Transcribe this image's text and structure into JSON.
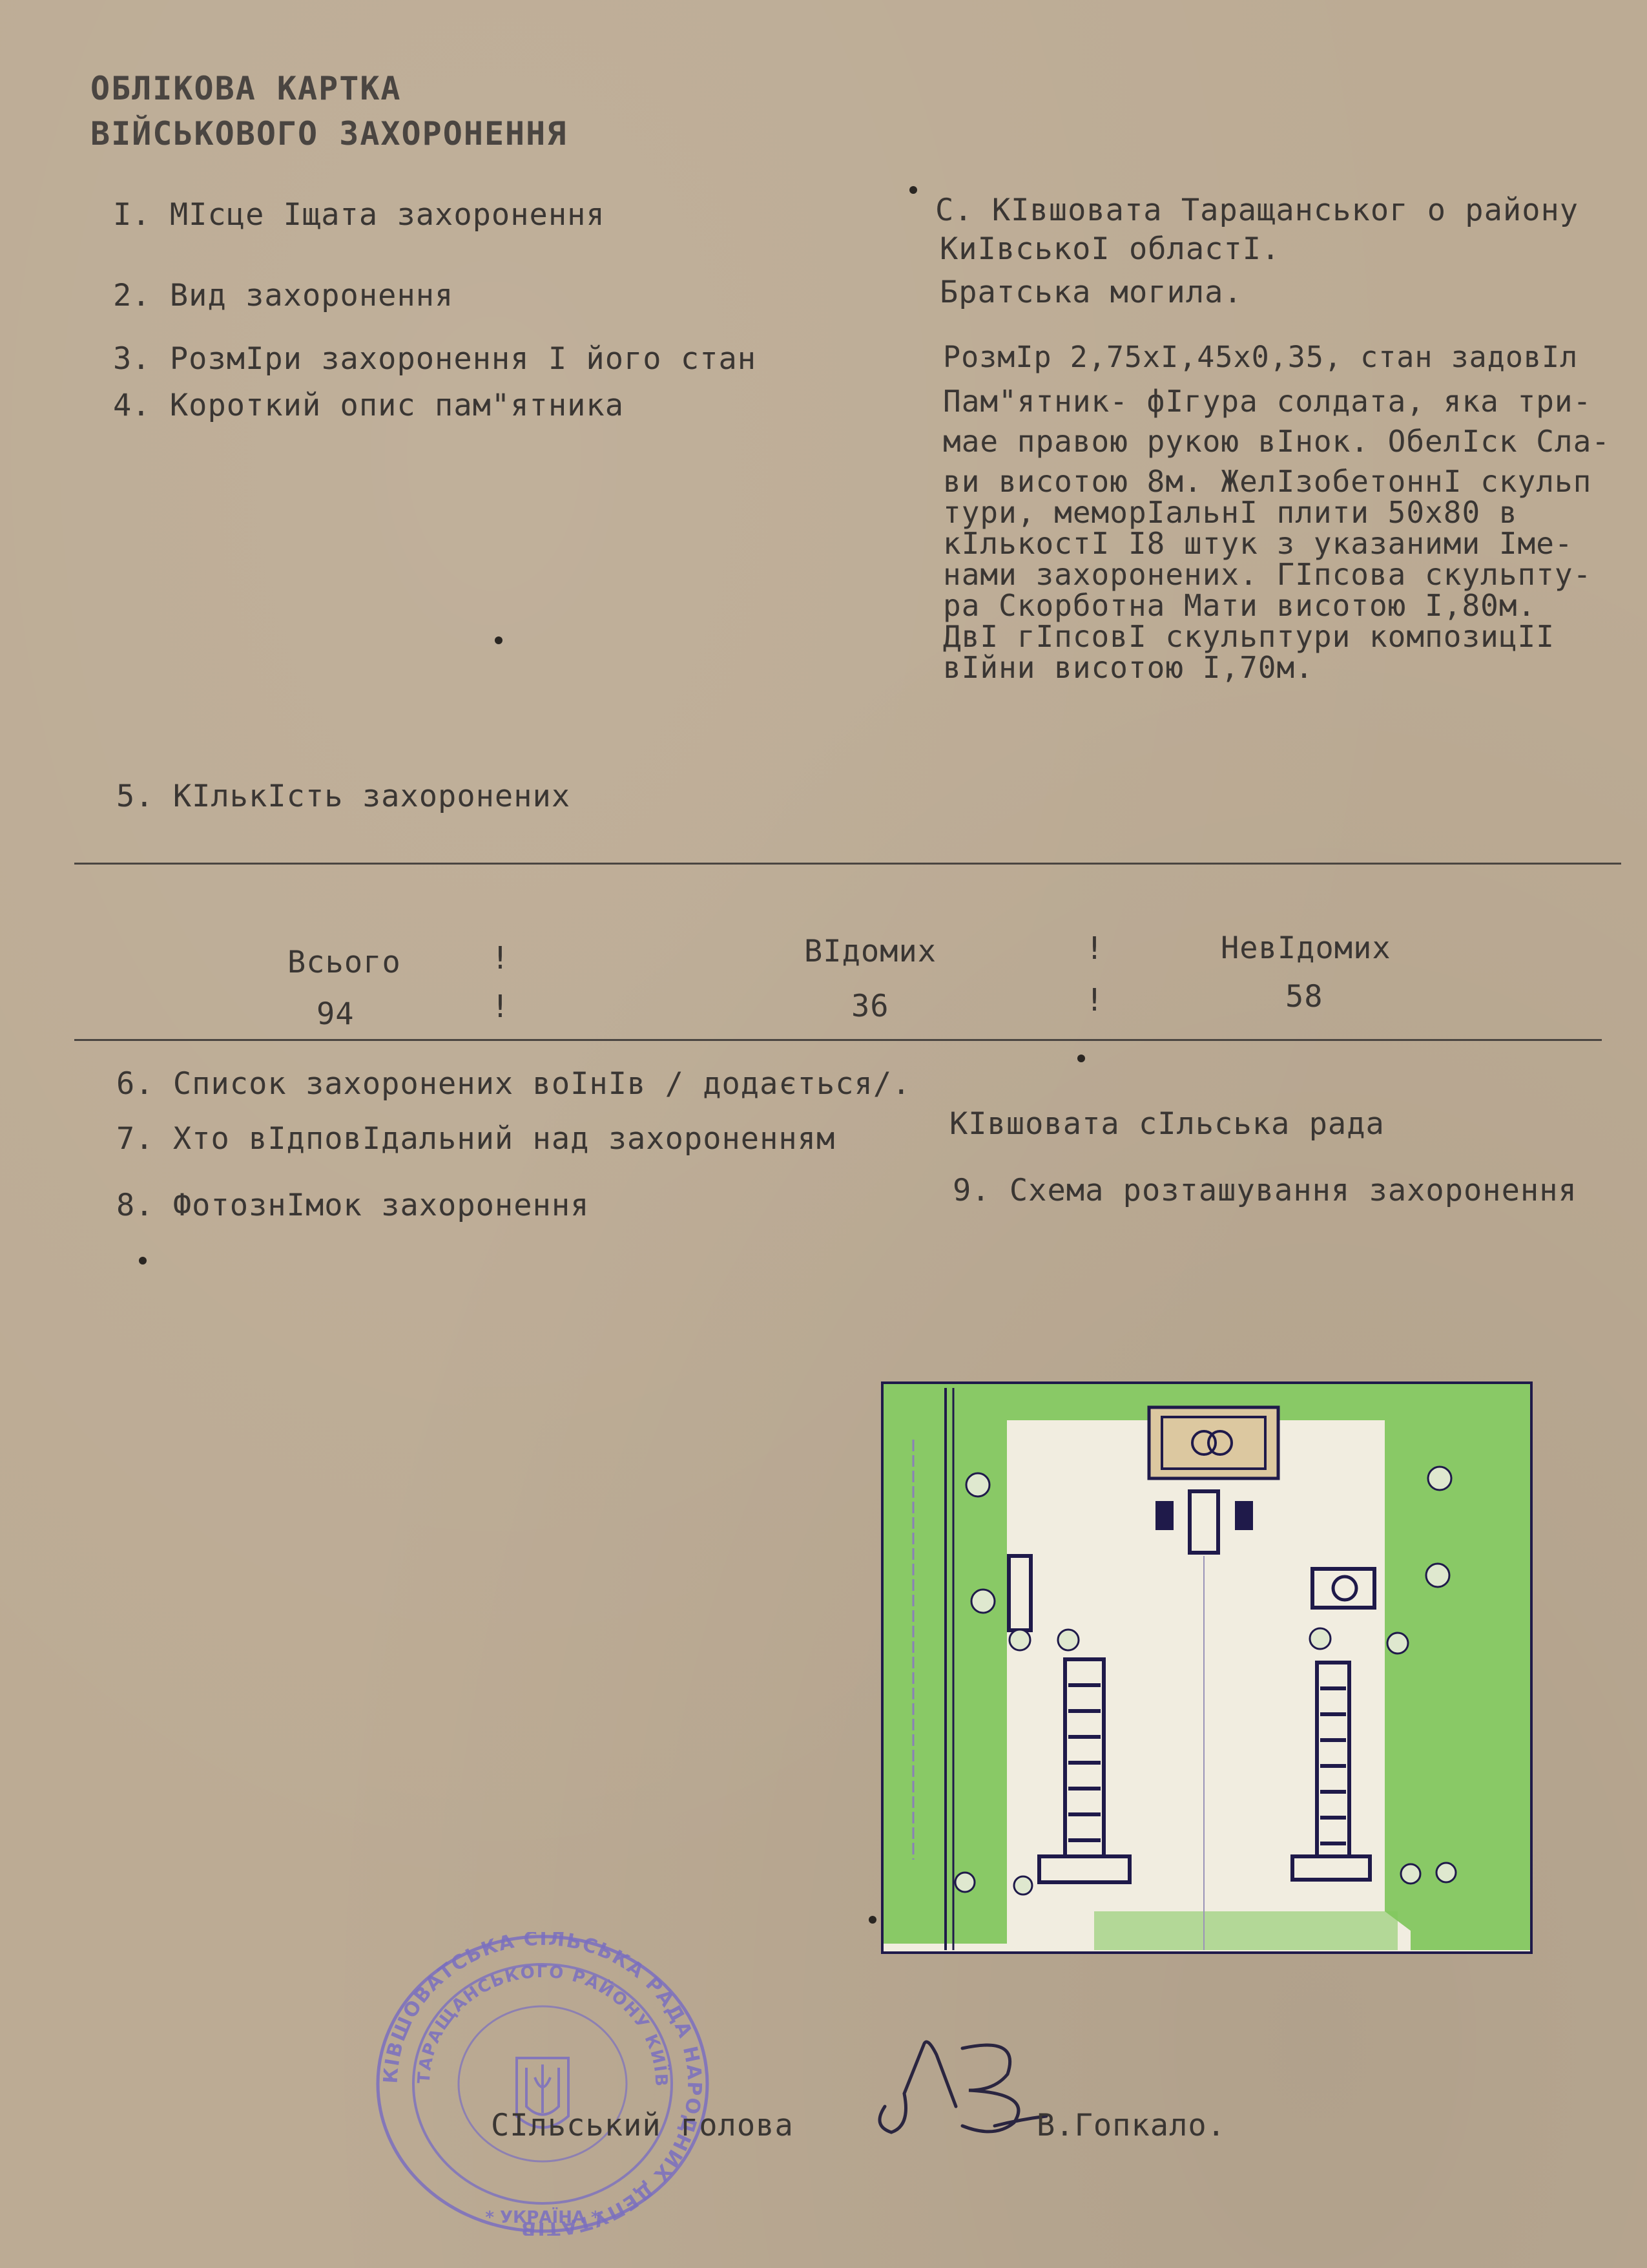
{
  "header": {
    "line1": "ОБЛІКОВА КАРТКА",
    "line2": "ВІЙСЬКОВОГО ЗАХОРОНЕННЯ"
  },
  "fields": [
    {
      "label": "І. МІсце Іщата захоронення"
    },
    {
      "label": "2. Вид захоронення"
    },
    {
      "label": "3. РозмІри захоронення І його стан"
    },
    {
      "label": "4. Короткий опис пам\"ятника"
    },
    {
      "label": "5. КІлькІсть захоронених"
    }
  ],
  "values": {
    "place_line1": "С. КІвшовата Таращанськог о району",
    "place_line2": "КиІвськоІ областІ.",
    "type": "Братська могила.",
    "size": "РозмІр 2,75хІ,45х0,35, стан задовІл",
    "description": [
      "Пам\"ятник- фІгура солдата, яка три-",
      "мае правою рукою вІнок. ОбелІск Сла-",
      "ви висотою 8м. ЖелІзобетоннІ скульп",
      "тури, меморІальнІ плити 50х80 в",
      "кІлькостІ І8 штук з указаними Іме-",
      "нами захоронених. ГІпсова скульпту-",
      "ра Скорботна Мати висотою І,80м.",
      "ДвІ гІпсовІ скульптури композицІІ",
      "вІйни висотою І,70м."
    ]
  },
  "counts": {
    "total_label": "Всього",
    "known_label": "ВІдомих",
    "unknown_label": "НевІдомих",
    "total": "94",
    "known": "36",
    "unknown": "58",
    "separator": "!"
  },
  "more_fields": {
    "list": "6. Список захоронених воІнІв / додається/.",
    "responsible_label": "7. Хто вІдповІдальний над захороненням",
    "responsible_value": "КІвшовата сІльська рада",
    "photo_label": "8. ФотознІмок захоронення",
    "scheme_label": "9. Схема розташування захоронення"
  },
  "footer": {
    "role": "СІльський голова",
    "name": "В.Гопкало."
  },
  "seal": {
    "outer_text": "КІВШОВАТСЬКА СІЛЬСЬКА РАДА НАРОДНИХ ДЕПУТАТІВ",
    "inner_text": "ТАРАЩАНСЬКОГО РАЙОНУ КИЇВСЬКОЇ ОБЛАСТІ",
    "bottom_text": "* УКРАЇНА *"
  },
  "colors": {
    "paper": "#bcab94",
    "ink": "#3a3633",
    "seal_ink": "#7a6fc0",
    "scheme_green": "#7ec85a",
    "scheme_ink": "#1f1a4a"
  }
}
